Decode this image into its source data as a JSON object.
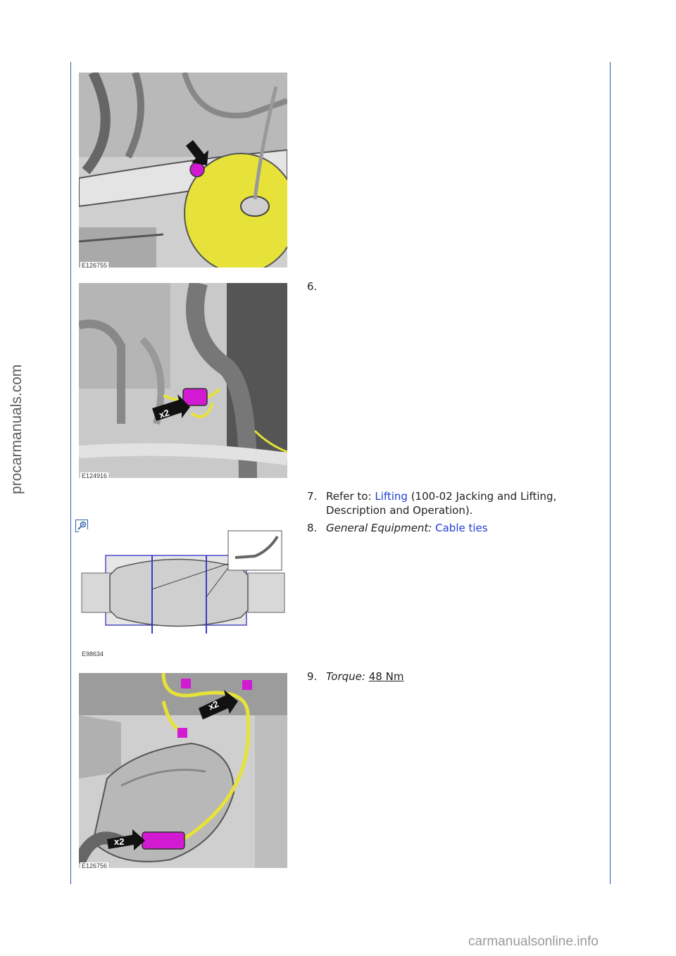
{
  "watermarks": {
    "side": "procarmanuals.com",
    "bottom": "carmanualsonline.info"
  },
  "figures": [
    {
      "code": "E126755"
    },
    {
      "code": "E124916"
    },
    {
      "code": "E98634"
    },
    {
      "code": "E126756"
    }
  ],
  "callouts": {
    "x2": "x2"
  },
  "steps": {
    "s6": {
      "num": "6."
    },
    "s7": {
      "num": "7.",
      "prefix": "Refer to: ",
      "link": "Lifting",
      "suffix": " (100-02 Jacking and Lifting,",
      "line2": "Description and Operation)."
    },
    "s8": {
      "num": "8.",
      "label": "General Equipment:",
      "link": "Cable ties"
    },
    "s9": {
      "num": "9.",
      "label": "Torque:",
      "value": "48 Nm"
    }
  },
  "colors": {
    "rule": "#2f5fa8",
    "link": "#1f3fd6",
    "highlight_yellow": "#e8e23a",
    "highlight_magenta": "#d21ad2"
  }
}
